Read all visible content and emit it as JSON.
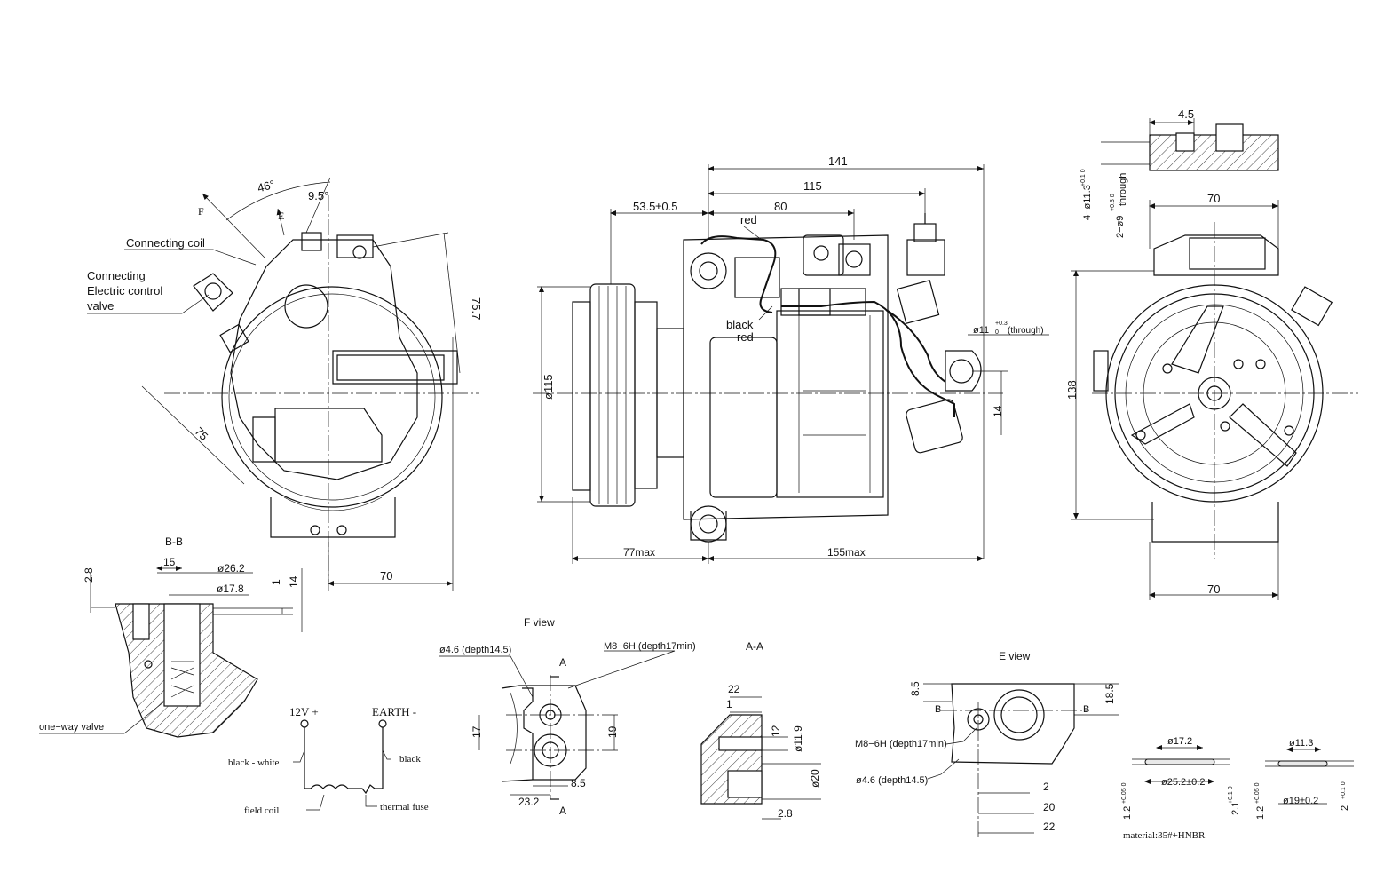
{
  "labels": {
    "connecting_coil": "Connecting coil",
    "connecting_valve_1": "Connecting",
    "connecting_valve_2": "Electric control",
    "connecting_valve_3": "valve",
    "view_f_arrow": "F",
    "view_e_arrow": "E",
    "angle_46": "46°",
    "angle_9_5": "9.5°",
    "dim_75_7": "75.7",
    "dim_75": "75",
    "dim_70_left": "70",
    "dim_141": "141",
    "dim_115": "115",
    "dim_80": "80",
    "dim_53_5": "53.5±0.5",
    "wire_red_top": "red",
    "wire_black": "black",
    "wire_red": "red",
    "dia_115": "ø115",
    "hole_11": "ø11",
    "hole_11_tol": "+0.3",
    "hole_11_tol0": "0",
    "hole_11_note": "(through)",
    "dim_14_mid": "14",
    "dim_77max": "77max",
    "dim_155max": "155max",
    "dim_4_5": "4.5",
    "holes_4": "4−ø11.3",
    "holes_4_tol": "+0.1 0",
    "holes_2": "2−ø9",
    "holes_2_tol": "+0.3 0",
    "holes_2_note": "through",
    "dim_70_top": "70",
    "dim_138": "138",
    "dim_70_bottom": "70",
    "section_bb": "B-B",
    "bb_2_8": "2.8",
    "bb_15": "15",
    "bb_26_2": "ø26.2",
    "bb_17_8": "ø17.8",
    "bb_1": "1",
    "bb_14": "14",
    "one_way_valve": "one−way valve",
    "elec_12v": "12V +",
    "elec_earth": "EARTH -",
    "elec_black_white": "black - white",
    "elec_black": "black",
    "elec_field_coil": "field coil",
    "elec_thermal_fuse": "thermal fuse",
    "f_view": "F view",
    "f_hole_4_6": "ø4.6 (depth14.5)",
    "f_m8": "M8−6H (depth17min)",
    "f_a_top": "A",
    "f_a_bottom": "A",
    "f_17": "17",
    "f_19": "19",
    "f_8_5": "8.5",
    "f_23_2": "23.2",
    "aa_title": "A-A",
    "aa_22": "22",
    "aa_1": "1",
    "aa_12": "12",
    "aa_11_9": "ø11.9",
    "aa_20": "ø20",
    "aa_2_8": "2.8",
    "e_view": "E view",
    "e_8_5": "8.5",
    "e_18_5": "18.5",
    "e_b_left": "B",
    "e_b_right": "B",
    "e_m8": "M8−6H (depth17min)",
    "e_hole_4_6": "ø4.6 (depth14.5)",
    "e_2": "2",
    "e_20": "20",
    "e_22": "22",
    "seal1_17_2": "ø17.2",
    "seal1_25_2": "ø25.2±0.2",
    "seal1_h1": "1.2",
    "seal1_h1_tol": "+0.05 0",
    "seal1_h2": "2.1",
    "seal1_h2_tol": "+0.1 0",
    "seal2_11_3": "ø11.3",
    "seal2_19": "ø19±0.2",
    "seal2_h1": "1.2",
    "seal2_h1_tol": "+0.05 0",
    "seal2_h2": "2",
    "seal2_h2_tol": "+0.1 0",
    "material": "material:35#+HNBR"
  }
}
